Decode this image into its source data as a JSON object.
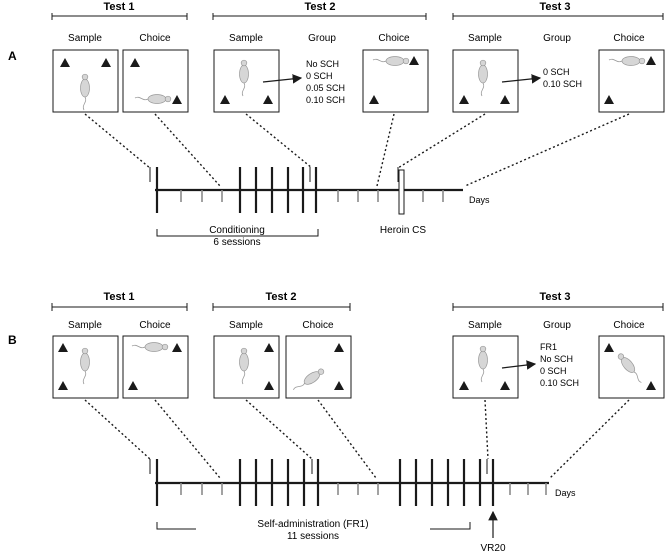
{
  "panel_a": {
    "letter": "A",
    "test1": {
      "title": "Test 1",
      "sample": "Sample",
      "choice": "Choice"
    },
    "test2": {
      "title": "Test 2",
      "sample": "Sample",
      "group": "Group",
      "choice": "Choice",
      "groups": [
        "No SCH",
        "0 SCH",
        "0.05 SCH",
        "0.10  SCH"
      ]
    },
    "test3": {
      "title": "Test 3",
      "sample": "Sample",
      "group": "Group",
      "choice": "Choice",
      "groups": [
        "0 SCH",
        "0.10 SCH"
      ]
    },
    "conditioning_line1": "Conditioning",
    "conditioning_line2": "6 sessions",
    "heroin_cs": "Heroin CS",
    "days": "Days"
  },
  "panel_b": {
    "letter": "B",
    "test1": {
      "title": "Test 1",
      "sample": "Sample",
      "choice": "Choice"
    },
    "test2": {
      "title": "Test 2",
      "sample": "Sample",
      "choice": "Choice"
    },
    "test3": {
      "title": "Test 3",
      "sample": "Sample",
      "group": "Group",
      "choice": "Choice",
      "groups": [
        "FR1",
        "No SCH",
        "0 SCH",
        "0.10 SCH"
      ]
    },
    "selfadmin_line1": "Self-administration (FR1)",
    "selfadmin_line2": "11 sessions",
    "vr20": "VR20",
    "days": "Days"
  },
  "colors": {
    "ink": "#1a1a1a",
    "tick_gray": "#8a8a8a",
    "mouse": "#d6d6d6"
  }
}
